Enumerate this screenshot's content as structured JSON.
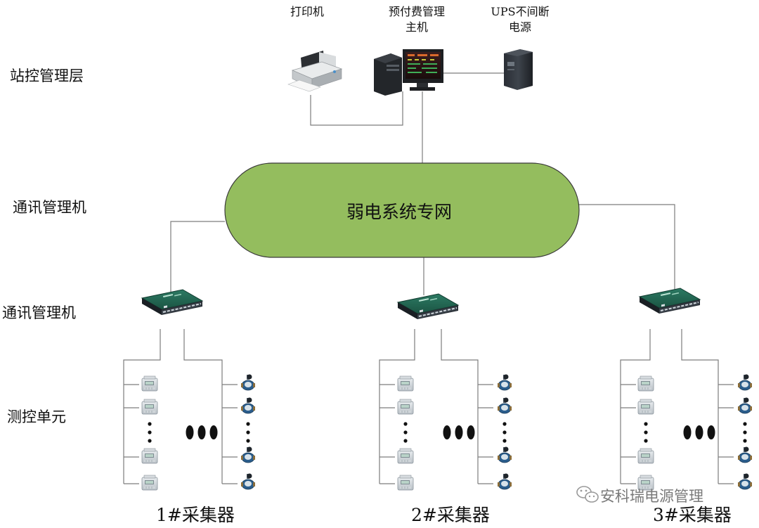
{
  "layers": {
    "station": "站控管理层",
    "comm_top": "通讯管理机",
    "comm_switch": "通讯管理机",
    "measure": "测控单元"
  },
  "devices": {
    "printer": "打印机",
    "host": [
      "预付费管理",
      "主机"
    ],
    "ups": [
      "UPS不间断",
      "电源"
    ]
  },
  "network": {
    "label": "弱电系统专网",
    "fill": "#94bd5e"
  },
  "collectors": [
    "1#采集器",
    "2#采集器",
    "3#采集器"
  ],
  "watermark": "安科瑞电源管理",
  "icons": [
    "printer-icon",
    "computer-icon",
    "ups-icon",
    "switch-icon",
    "meter-icon",
    "water-meter-icon",
    "ellipsis-icon",
    "wechat-icon"
  ]
}
